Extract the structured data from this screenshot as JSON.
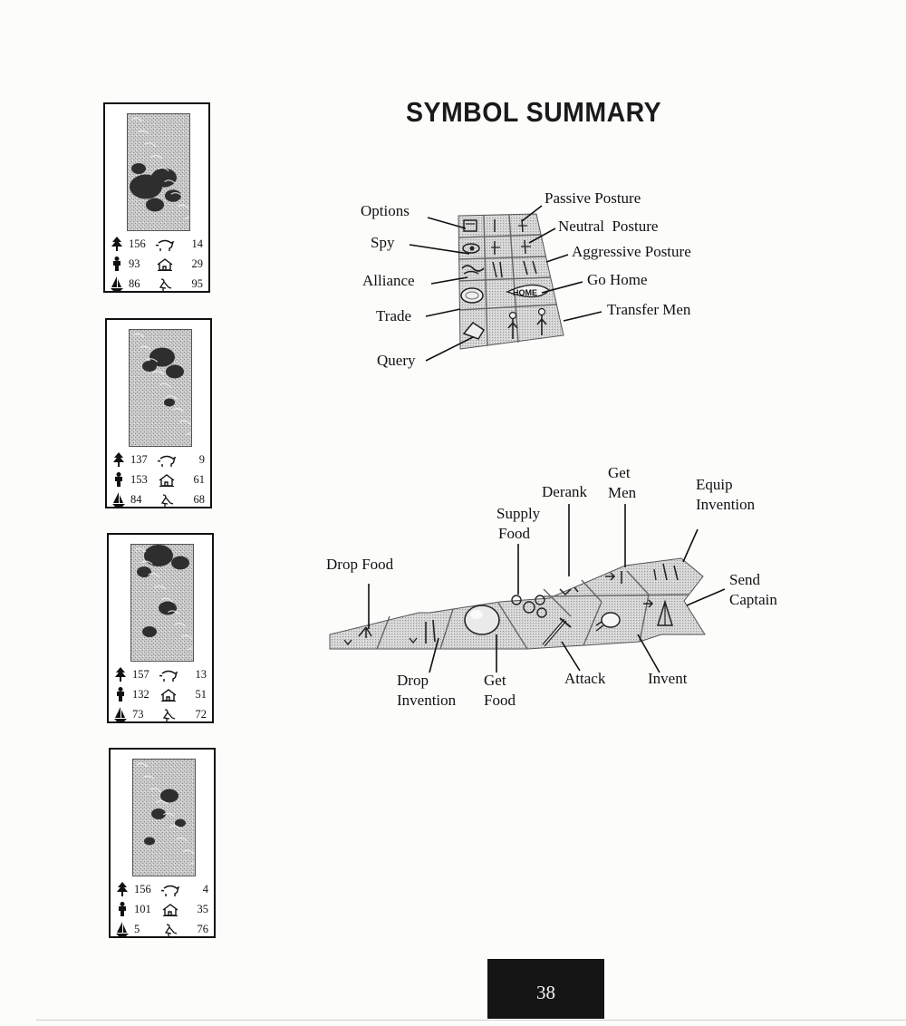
{
  "title": "SYMBOL SUMMARY",
  "page_number": "38",
  "stat_cards": [
    {
      "trees": "156",
      "pigs": "14",
      "men": "93",
      "houses": "29",
      "boats": "86",
      "birds": "95"
    },
    {
      "trees": "137",
      "pigs": "9",
      "men": "153",
      "houses": "61",
      "boats": "84",
      "birds": "68"
    },
    {
      "trees": "157",
      "pigs": "13",
      "men": "132",
      "houses": "51",
      "boats": "73",
      "birds": "72"
    },
    {
      "trees": "156",
      "pigs": "4",
      "men": "101",
      "houses": "35",
      "boats": "5",
      "birds": "76"
    }
  ],
  "stat_icons": [
    "tree-icon",
    "pig-icon",
    "man-icon",
    "house-icon",
    "boat-icon",
    "bird-icon"
  ],
  "command_panel": {
    "options": "Options",
    "spy": "Spy",
    "alliance": "Alliance",
    "trade": "Trade",
    "query": "Query",
    "passive_posture": "Passive Posture",
    "neutral_posture": "Neutral  Posture",
    "aggressive_posture": "Aggressive Posture",
    "go_home": "Go Home",
    "transfer_men": "Transfer Men",
    "home_button_text": "HOME"
  },
  "action_bar": {
    "drop_food": "Drop Food",
    "drop_invention": [
      "Drop",
      "Invention"
    ],
    "get_food": [
      "Get",
      "Food"
    ],
    "supply_food": [
      "Supply",
      "Food"
    ],
    "derank": "Derank",
    "get_men": [
      "Get",
      "Men"
    ],
    "equip_invention": [
      "Equip",
      "Invention"
    ],
    "send_captain": [
      "Send",
      "Captain"
    ],
    "attack": "Attack",
    "invent": "Invent"
  }
}
